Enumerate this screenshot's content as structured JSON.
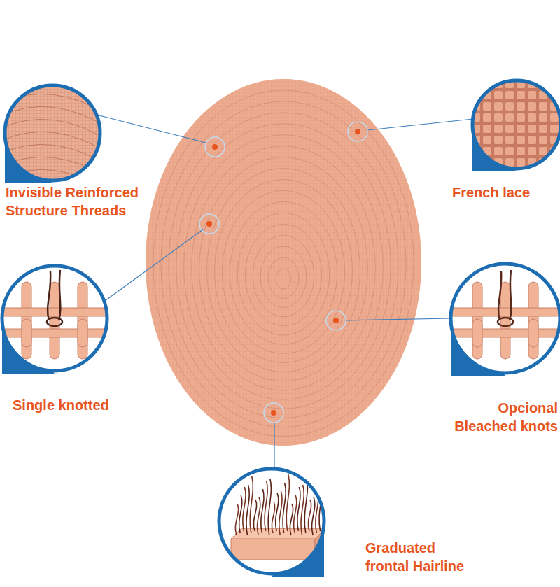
{
  "diagram": {
    "labels": [
      "Invisible Reinforced Structure Threads",
      "French lace",
      "Single knotted",
      "Opcional Bleached knots",
      "Graduated frontal Hairline"
    ]
  }
}
